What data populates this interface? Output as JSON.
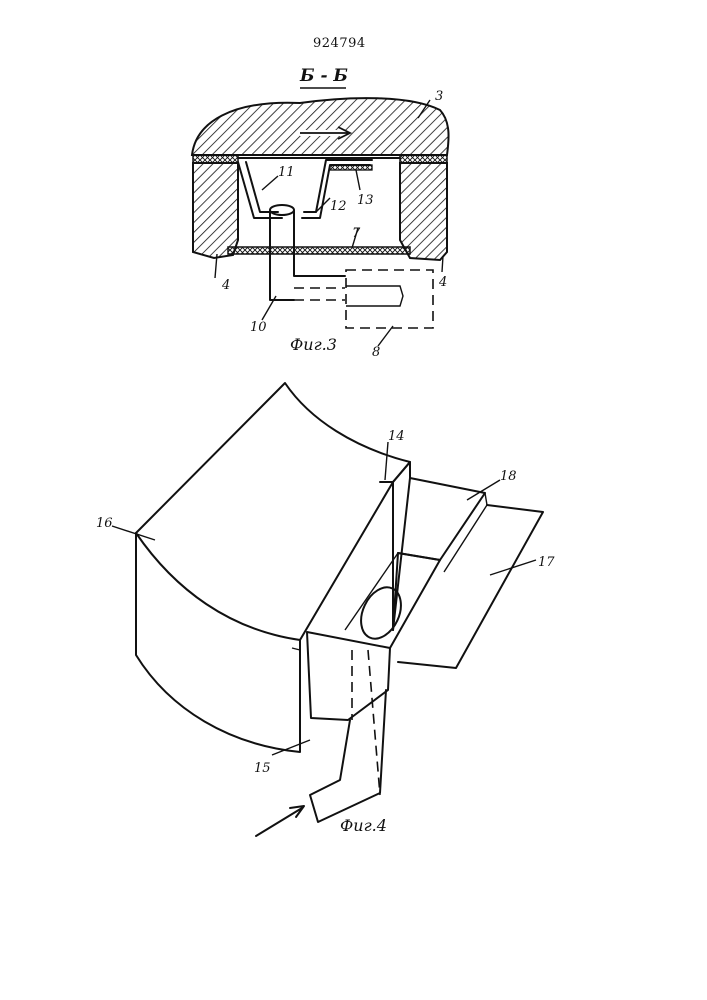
{
  "header": {
    "patent_number": "924794",
    "section_label": "Б - Б"
  },
  "fig3": {
    "caption": "Фиг.3",
    "labels": {
      "l3": "3",
      "l11": "11",
      "l12": "12",
      "l13": "13",
      "l7": "7",
      "l4a": "4",
      "l4b": "4",
      "l10": "10",
      "l8": "8"
    }
  },
  "fig4": {
    "caption": "Фиг.4",
    "labels": {
      "l14": "14",
      "l18": "18",
      "l16": "16",
      "l17": "17",
      "l15": "15"
    }
  }
}
